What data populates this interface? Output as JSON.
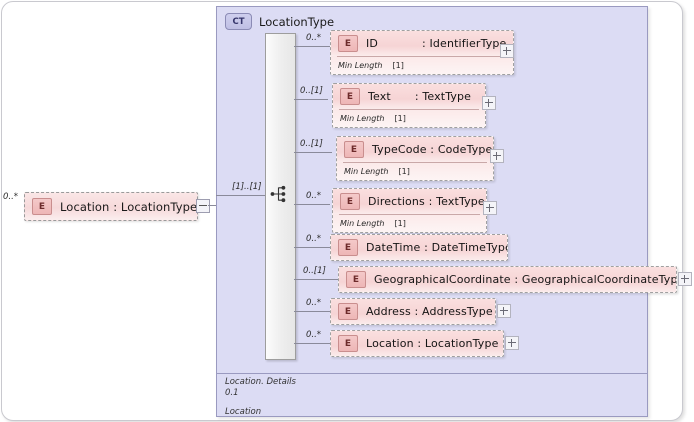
{
  "diagram": {
    "type": "xsd-schema-diagram",
    "root_element": {
      "badge": "E",
      "label": "Location : LocationType",
      "cardinality": "0..*",
      "expander": "minus-icon"
    },
    "complex_type": {
      "badge": "CT",
      "title": "LocationType",
      "compositor": "sequence",
      "compositor_cardinality": "[1]..[1]",
      "annotation_line1": "Location. Details",
      "annotation_line2": "0.1",
      "annotation_line3": "Location"
    },
    "elements": [
      {
        "badge": "E",
        "name": "ID",
        "separator": ":",
        "type": "IdentifierType",
        "cardinality": "0..*",
        "facet_name": "Min Length",
        "facet_value": "[1]",
        "has_facet": true,
        "expander": "plus-icon",
        "aligned_type": true
      },
      {
        "badge": "E",
        "name": "Text",
        "separator": ":",
        "type": "TextType",
        "cardinality": "0..[1]",
        "facet_name": "Min Length",
        "facet_value": "[1]",
        "has_facet": true,
        "expander": "plus-icon",
        "aligned_type": true
      },
      {
        "badge": "E",
        "name": "TypeCode",
        "separator": ":",
        "type": "CodeType",
        "cardinality": "0..[1]",
        "facet_name": "Min Length",
        "facet_value": "[1]",
        "has_facet": true,
        "expander": "plus-icon",
        "aligned_type": false
      },
      {
        "badge": "E",
        "name": "Directions",
        "separator": ":",
        "type": "TextType",
        "cardinality": "0..*",
        "facet_name": "Min Length",
        "facet_value": "[1]",
        "has_facet": true,
        "expander": "plus-icon",
        "aligned_type": false
      },
      {
        "badge": "E",
        "name": "DateTime",
        "separator": ":",
        "type": "DateTimeType",
        "cardinality": "0..*",
        "has_facet": false,
        "expander": null,
        "aligned_type": false
      },
      {
        "badge": "E",
        "name": "GeographicalCoordinate",
        "separator": ":",
        "type": "GeographicalCoordinateType",
        "cardinality": "0..[1]",
        "has_facet": false,
        "expander": "plus-icon",
        "aligned_type": false
      },
      {
        "badge": "E",
        "name": "Address",
        "separator": ":",
        "type": "AddressType",
        "cardinality": "0..*",
        "has_facet": false,
        "expander": "plus-icon",
        "aligned_type": false
      },
      {
        "badge": "E",
        "name": "Location",
        "separator": ":",
        "type": "LocationType",
        "cardinality": "0..*",
        "has_facet": false,
        "expander": "plus-icon",
        "aligned_type": false
      }
    ]
  },
  "colors": {
    "element_fill": "#f6d4d5",
    "container_fill": "#dcdcf4",
    "badge_border": "#c98e8e",
    "connector": "#8a8a9a"
  }
}
